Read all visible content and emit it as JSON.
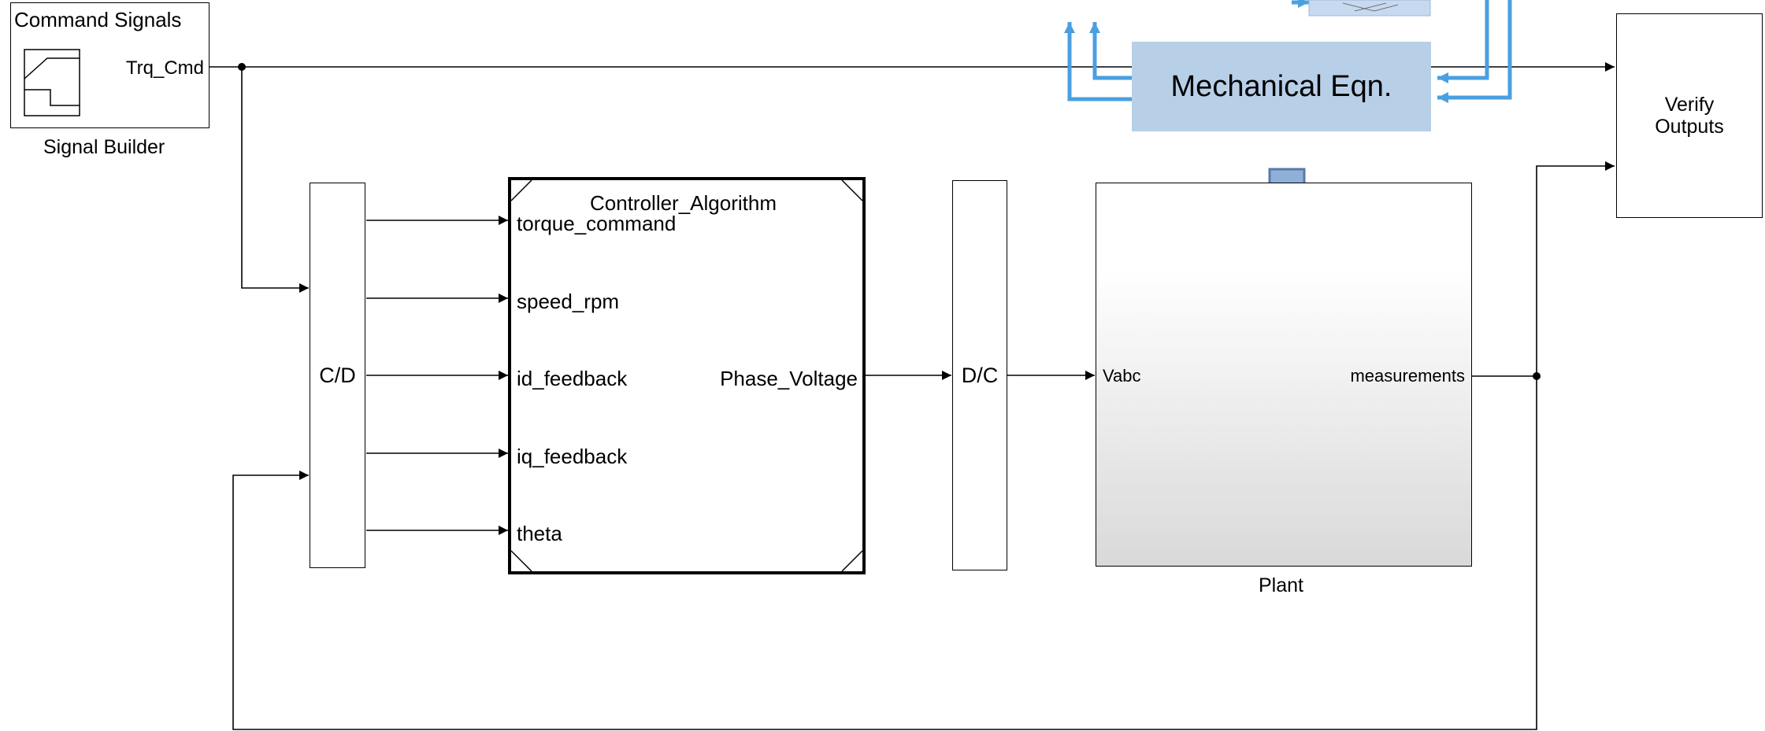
{
  "signal_builder": {
    "title": "Command Signals",
    "output_port": "Trq_Cmd",
    "caption": "Signal Builder",
    "icon": "signal-waveform-icon"
  },
  "verify_outputs": {
    "label_line1": "Verify",
    "label_line2": "Outputs"
  },
  "mechanical_eqn": {
    "label": "Mechanical Eqn."
  },
  "cd_block": {
    "label": "C/D"
  },
  "controller": {
    "title": "Controller_Algorithm",
    "inputs": [
      "torque_command",
      "speed_rpm",
      "id_feedback",
      "iq_feedback",
      "theta"
    ],
    "output": "Phase_Voltage"
  },
  "dc_block": {
    "label": "D/C"
  },
  "plant": {
    "input": "Vabc",
    "output": "measurements",
    "caption": "Plant"
  },
  "colors": {
    "annotation_blue": "#4a9fe0",
    "annotation_fill": "#b8cfe8",
    "arrow_fill": "#8fb0d8",
    "arrow_stroke": "#5a7aa8"
  }
}
